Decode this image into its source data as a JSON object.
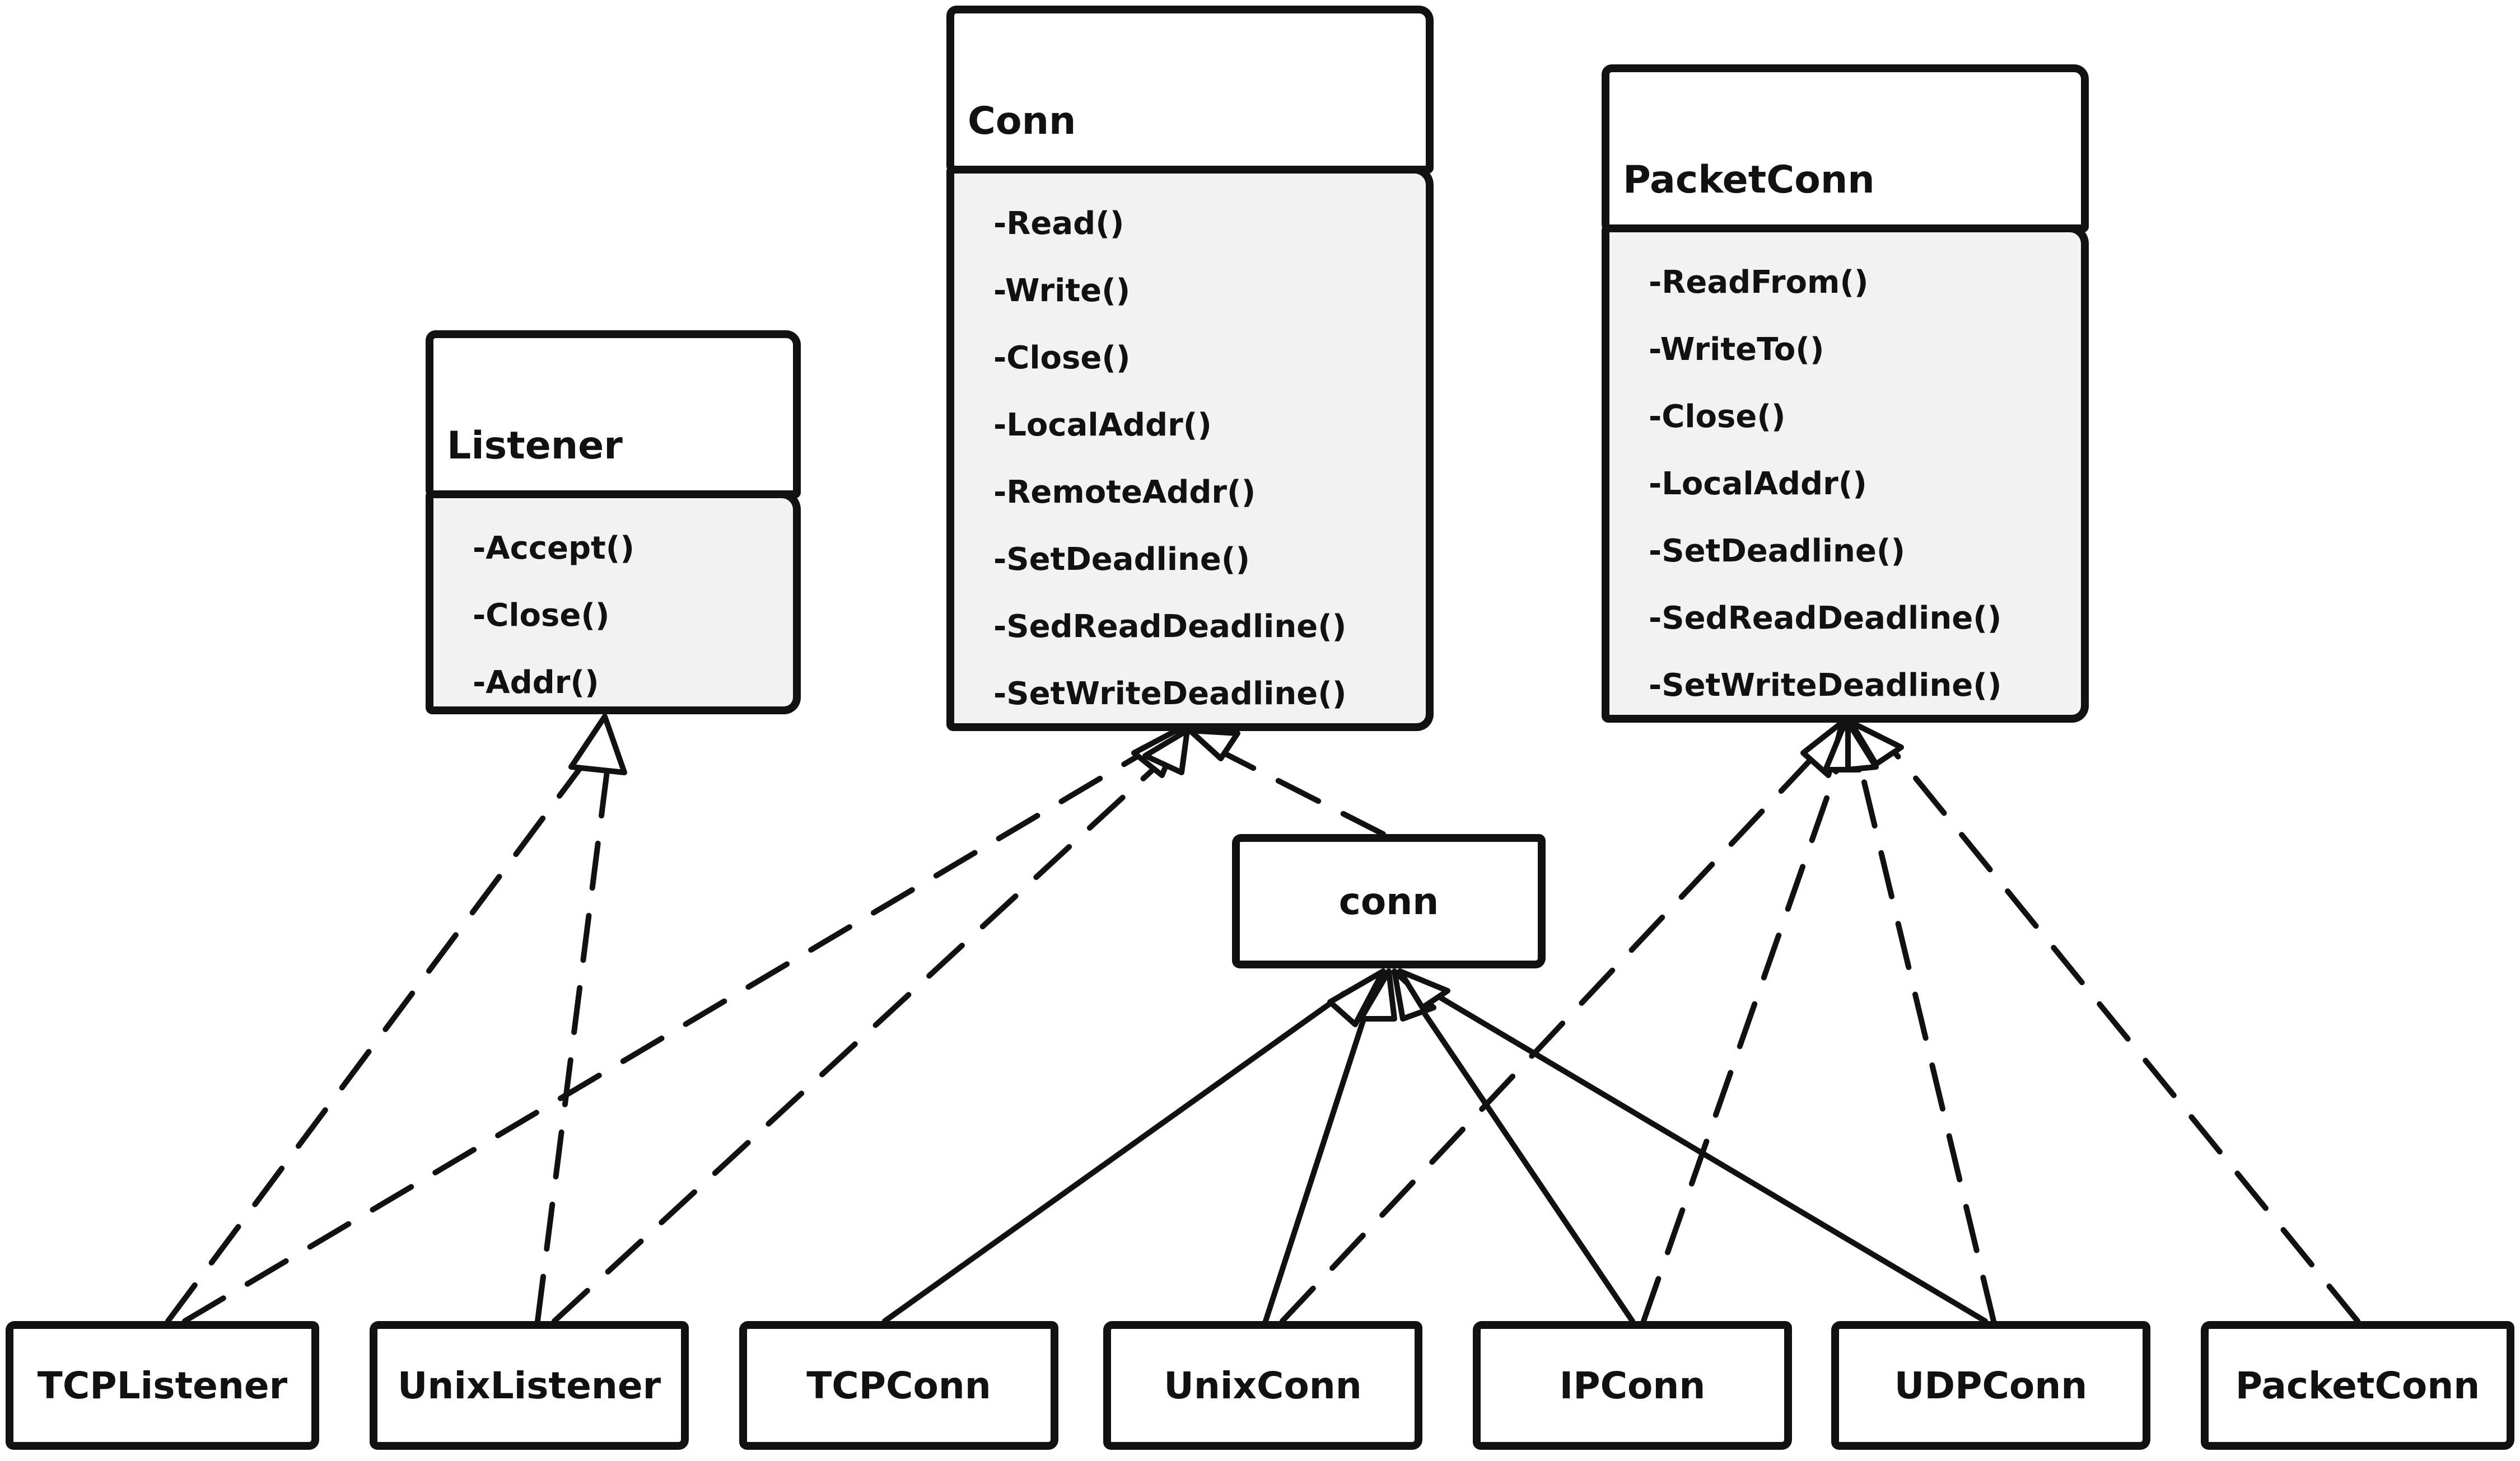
{
  "interfaces": {
    "listener": {
      "name": "Listener",
      "methods": [
        "-Accept()",
        "-Close()",
        "-Addr()"
      ]
    },
    "conn": {
      "name": "Conn",
      "methods": [
        "-Read()",
        "-Write()",
        "-Close()",
        "-LocalAddr()",
        "-RemoteAddr()",
        "-SetDeadline()",
        "-SedReadDeadline()",
        "-SetWriteDeadline()"
      ]
    },
    "packetconn": {
      "name": "PacketConn",
      "methods": [
        "-ReadFrom()",
        "-WriteTo()",
        "-Close()",
        "-LocalAddr()",
        "-SetDeadline()",
        "-SedReadDeadline()",
        "-SetWriteDeadline()"
      ]
    }
  },
  "inner": {
    "name": "conn"
  },
  "types": {
    "tcplistener": "TCPListener",
    "unixlistener": "UnixListener",
    "tcpconn": "TCPConn",
    "unixconn": "UnixConn",
    "ipconn": "IPConn",
    "udpconn": "UDPConn",
    "packetconn": "PacketConn"
  },
  "colors": {
    "stroke": "#111111",
    "body_fill": "#f2f2f2",
    "background": "#ffffff"
  }
}
